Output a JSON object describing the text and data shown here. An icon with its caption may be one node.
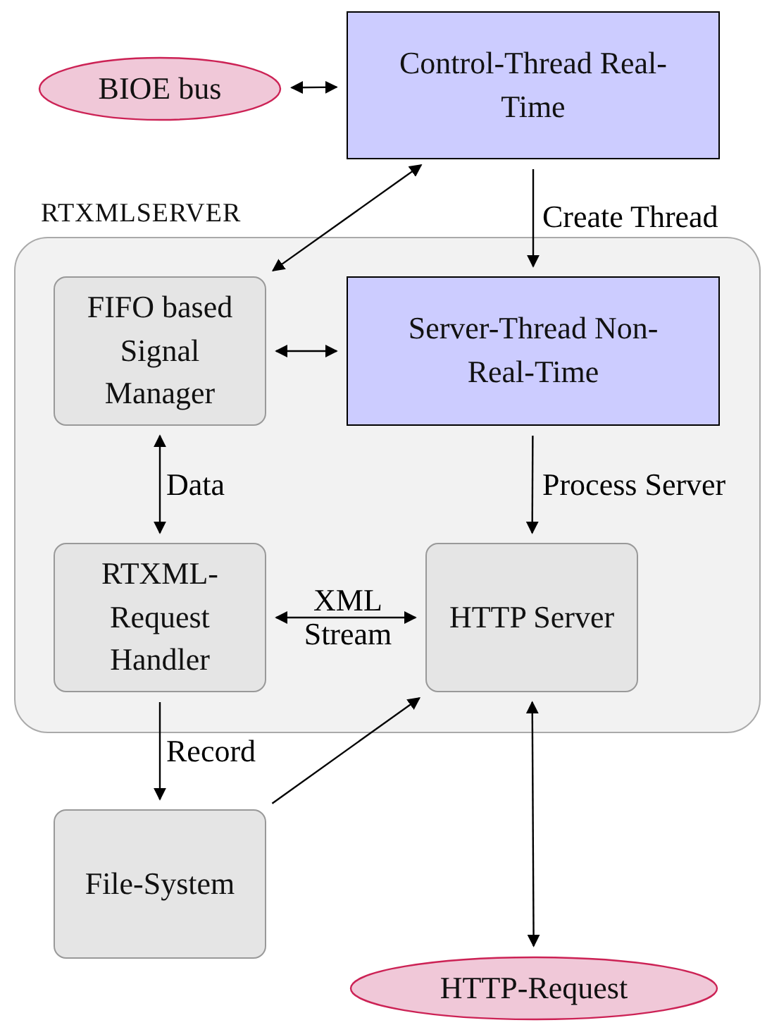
{
  "diagram": {
    "nodes": [
      {
        "text": [
          "BIOE bus"
        ]
      },
      {
        "text": [
          "Control-Thread Real-Time"
        ]
      },
      {
        "text": [
          "RTXMLSERVER"
        ]
      },
      {
        "text": [
          "FIFO based Signal Manager"
        ],
        "in": 2
      },
      {
        "text": [
          "Server-Thread Non-Real-Time"
        ],
        "in": 2
      },
      {
        "text": [
          "RTXML-Request Handler"
        ],
        "in": 2
      },
      {
        "text": [
          "HTTP Server"
        ],
        "in": 2
      },
      {
        "text": [
          "File-System"
        ]
      },
      {
        "text": [
          "HTTP-Request"
        ]
      }
    ],
    "edges": [
      {
        "from": 0,
        "to": 1,
        "arrow": "both"
      },
      {
        "from": 1,
        "to": 3,
        "arrow": "both"
      },
      {
        "from": 1,
        "to": 4,
        "arrow": "to",
        "label": "Create Thread"
      },
      {
        "from": 3,
        "to": 4,
        "arrow": "both"
      },
      {
        "from": 3,
        "to": 5,
        "arrow": "both",
        "label": "Data"
      },
      {
        "from": 4,
        "to": 6,
        "arrow": "to",
        "label": "Process Server"
      },
      {
        "from": 5,
        "to": 6,
        "arrow": "both",
        "label": "XML Stream"
      },
      {
        "from": 5,
        "to": 7,
        "arrow": "to",
        "label": "Record"
      },
      {
        "from": 7,
        "to": 6,
        "arrow": "to"
      },
      {
        "from": 6,
        "to": 8,
        "arrow": "both"
      }
    ]
  }
}
